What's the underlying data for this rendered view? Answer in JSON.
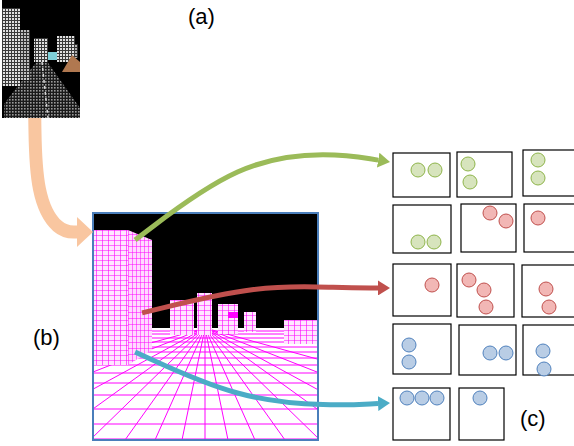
{
  "diagram": {
    "nodes": [
      {
        "text": [
          "(a)"
        ]
      },
      {
        "text": [
          "(b)"
        ]
      },
      {
        "text": [
          "(c)"
        ]
      }
    ],
    "edges": [
      {
        "from": 0,
        "to": 1,
        "arrow": "to"
      },
      {
        "from": 1,
        "to": 2,
        "arrow": "to"
      },
      {
        "from": 1,
        "to": 2,
        "arrow": "to"
      },
      {
        "from": 1,
        "to": 2,
        "arrow": "to"
      }
    ]
  }
}
